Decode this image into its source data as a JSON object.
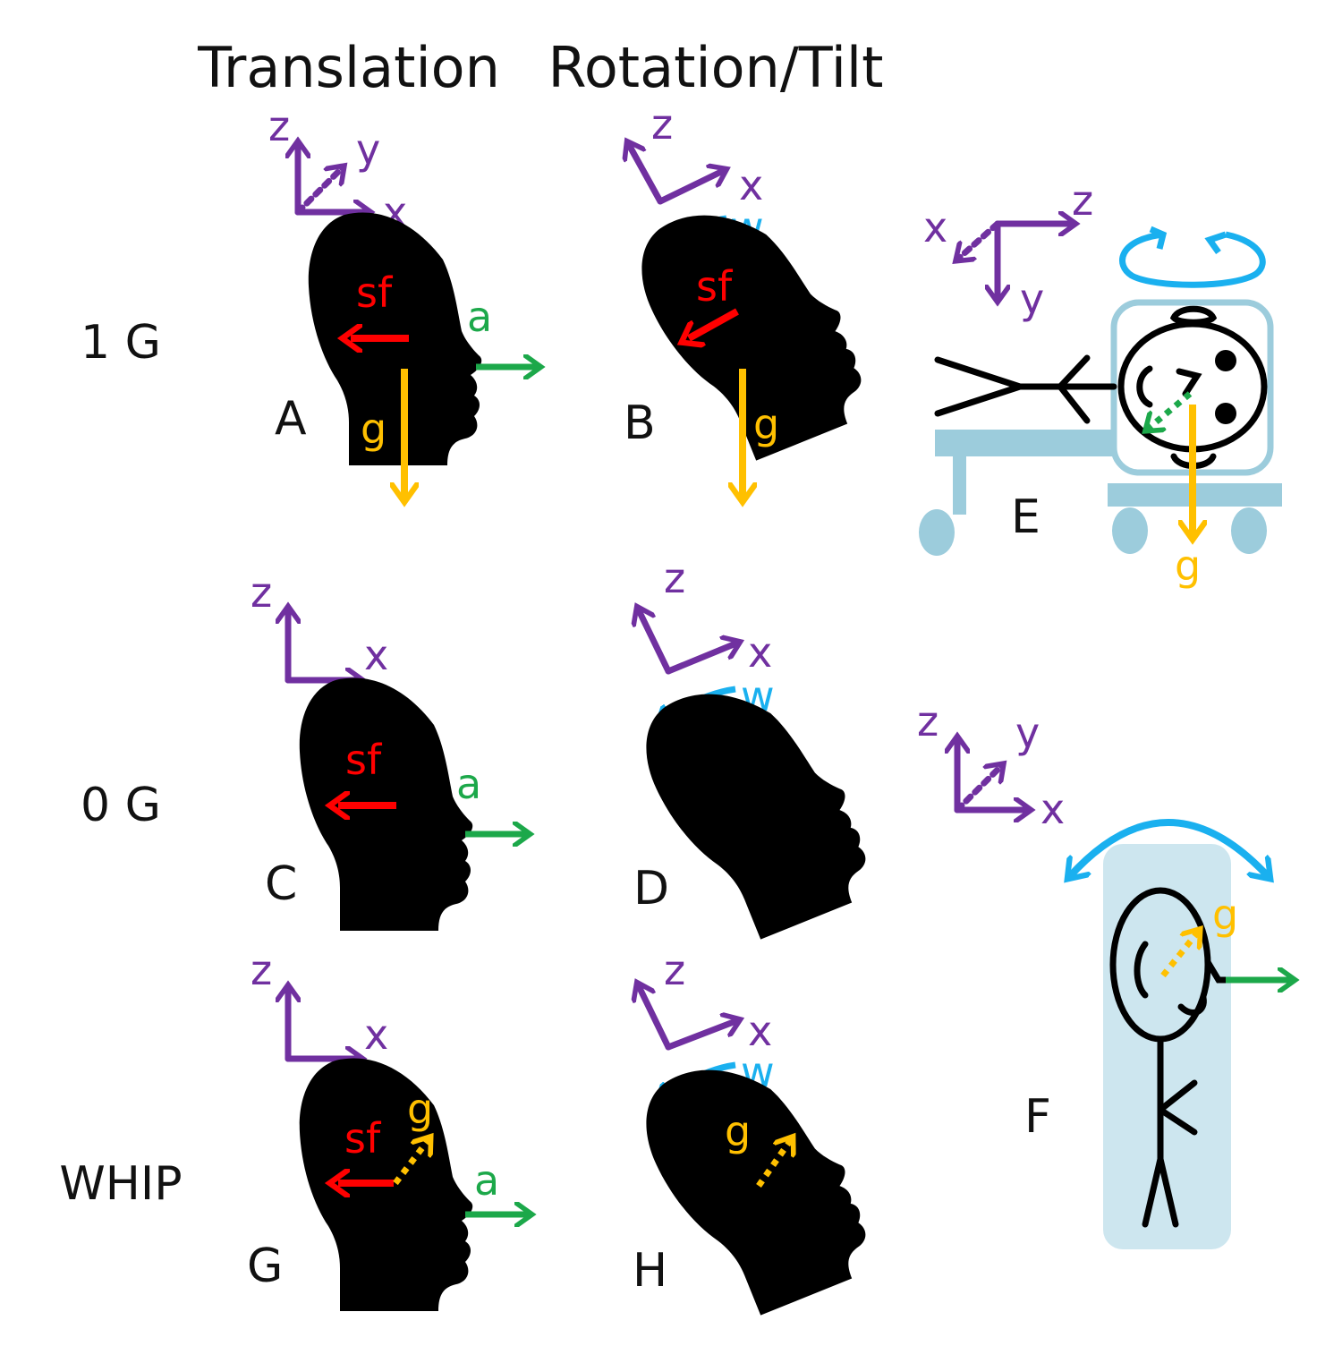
{
  "headers": {
    "translation": "Translation",
    "rotation": "Rotation/Tilt"
  },
  "rows": {
    "one_g": "1 G",
    "zero_g": "0 G",
    "whip": "WHIP"
  },
  "panels": {
    "A": "A",
    "B": "B",
    "C": "C",
    "D": "D",
    "E": "E",
    "F": "F",
    "G": "G",
    "H": "H"
  },
  "axes": {
    "x": "x",
    "y": "y",
    "z": "z"
  },
  "vectors": {
    "sf": "sf",
    "a": "a",
    "g": "g",
    "w": "w"
  },
  "colors": {
    "axis": "#7030a0",
    "sf": "#ff0000",
    "accel": "#1ca84a",
    "gravity": "#ffc000",
    "rotation": "#1ab0ef",
    "apparatus": "#9cccdc",
    "apparatus_fill": "#cde6ef",
    "silhouette": "#000000"
  }
}
